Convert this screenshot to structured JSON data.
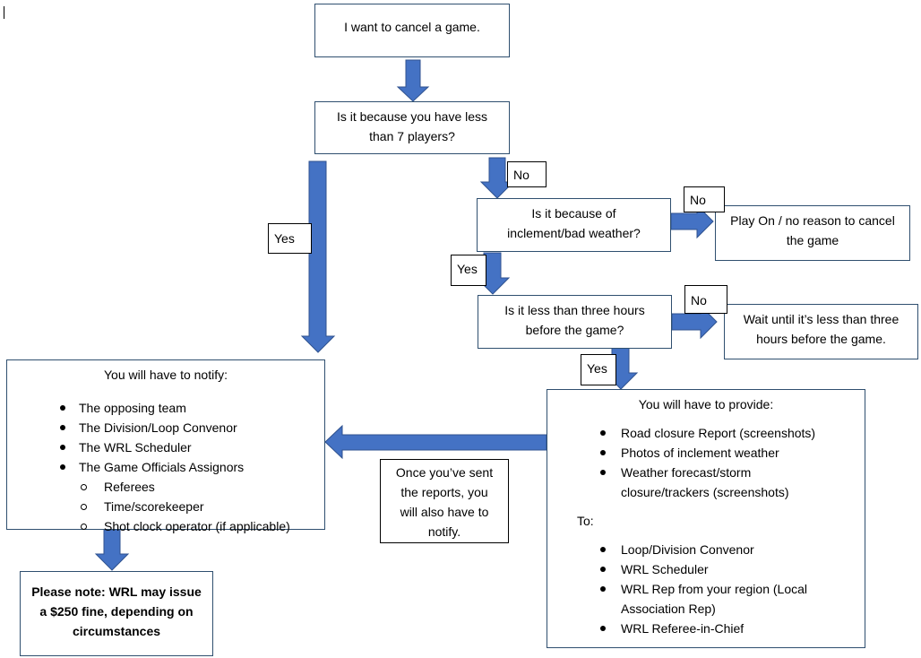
{
  "nodes": {
    "start": "I want to cancel a game.",
    "q_players_l1": "Is it because you have less",
    "q_players_l2": "than 7 players?",
    "q_weather_l1": "Is it because of",
    "q_weather_l2": "inclement/bad weather?",
    "play_on_l1": "Play On / no reason to cancel",
    "play_on_l2": "the game",
    "q_three_hours_l1": "Is it less than three hours",
    "q_three_hours_l2": "before the game?",
    "wait_l1": "Wait until it’s less than three",
    "wait_l2": "hours before the game.",
    "notify": {
      "title": "You will have to notify:",
      "items": [
        "The opposing team",
        "The Division/Loop Convenor",
        "The WRL Scheduler",
        "The Game Officials Assignors"
      ],
      "subitems": [
        "Referees",
        "Time/scorekeeper",
        "Shot clock operator (if applicable)"
      ]
    },
    "provide": {
      "title": "You will have to provide:",
      "items": [
        "Road closure Report (screenshots)",
        "Photos of inclement weather",
        "Weather forecast/storm",
        "closure/trackers (screenshots)"
      ],
      "to_label": "To:",
      "to_items": [
        "Loop/Division Convenor",
        "WRL Scheduler",
        "WRL Rep from your region (Local",
        "Association Rep)",
        "WRL Referee-in-Chief"
      ]
    },
    "once_sent": [
      "Once you’ve sent",
      "the reports, you",
      "will also have to",
      "notify."
    ],
    "fine_note": [
      "Please note: WRL may issue",
      "a $250 fine, depending on",
      "circumstances"
    ]
  },
  "edge_labels": {
    "yes_players": "Yes",
    "no_players": "No",
    "no_weather": "No",
    "yes_weather": "Yes",
    "no_three_hours": "No",
    "yes_three_hours": "Yes"
  },
  "colors": {
    "arrow_fill": "#4472c4",
    "arrow_stroke": "#2f528f",
    "box_border": "#2f4f6f"
  }
}
